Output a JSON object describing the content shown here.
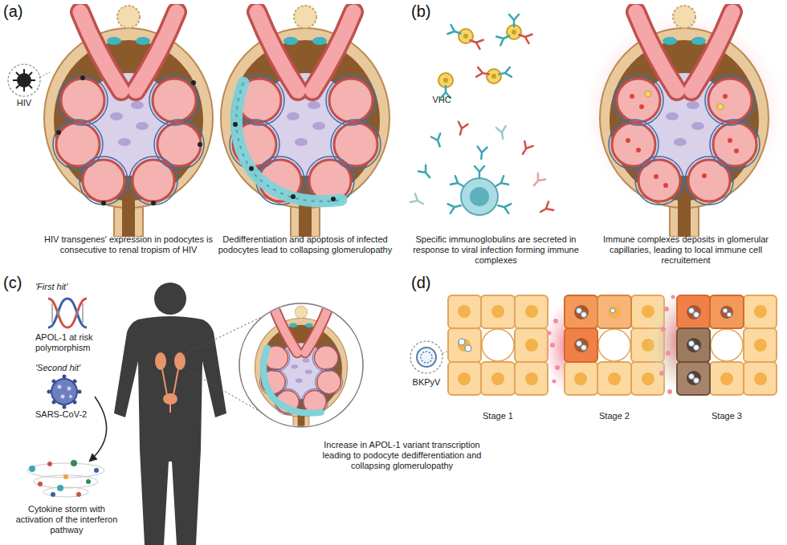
{
  "diagram": {
    "labels": [
      "(a)",
      "HIV",
      "HIV transgenes' expression in podocytes is consecutive to renal tropism of HIV",
      "Dedifferentiation and apoptosis of infected podocytes lead to collapsing glomerulopathy",
      "(b)",
      "VHC",
      "Specific immunoglobulins are secreted in response to viral infection forming immune complexes",
      "Immune complexes deposits in glomerular capillaries, leading to local immune cell recruitement",
      "(c)",
      "'First hit'",
      "APOL-1 at risk polymorphism",
      "'Second hit'",
      "SARS-CoV-2",
      "Cytokine storm with activation of the interferon pathway",
      "Increase in APOL-1 variant transcription leading to podocyte dedifferentiation and collapsing glomerulopathy",
      "(d)",
      "BKPyV",
      "Stage 1",
      "Stage 2",
      "Stage 3"
    ]
  }
}
